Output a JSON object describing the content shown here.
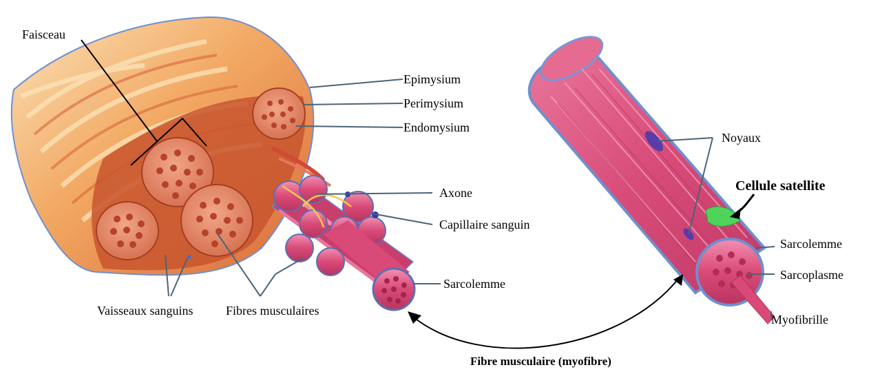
{
  "labels": {
    "faisceau": "Faisceau",
    "epimysium": "Epimysium",
    "perimysium": "Perimysium",
    "endomysium": "Endomysium",
    "axone": "Axone",
    "capillaire": "Capillaire sanguin",
    "sarcolemme_left": "Sarcolemme",
    "vaisseaux": "Vaisseaux sanguins",
    "fibres": "Fibres musculaires",
    "noyaux": "Noyaux",
    "cellule_satellite": "Cellule satellite",
    "sarcolemme_right": "Sarcolemme",
    "sarcoplasme": "Sarcoplasme",
    "myofibrille": "Myofibrille",
    "fibre_musculaire": "Fibre musculaire (myofibre)"
  },
  "colors": {
    "muscle_orange": "#e8874a",
    "muscle_light": "#f6c98c",
    "muscle_dark": "#c8552e",
    "fiber_pink": "#d94a78",
    "fiber_light": "#f08aa8",
    "sheath_blue": "#6f8fcf",
    "nerve_yellow": "#f2c94c",
    "satellite_green": "#4fd35a",
    "leader_line": "#4a6478"
  }
}
